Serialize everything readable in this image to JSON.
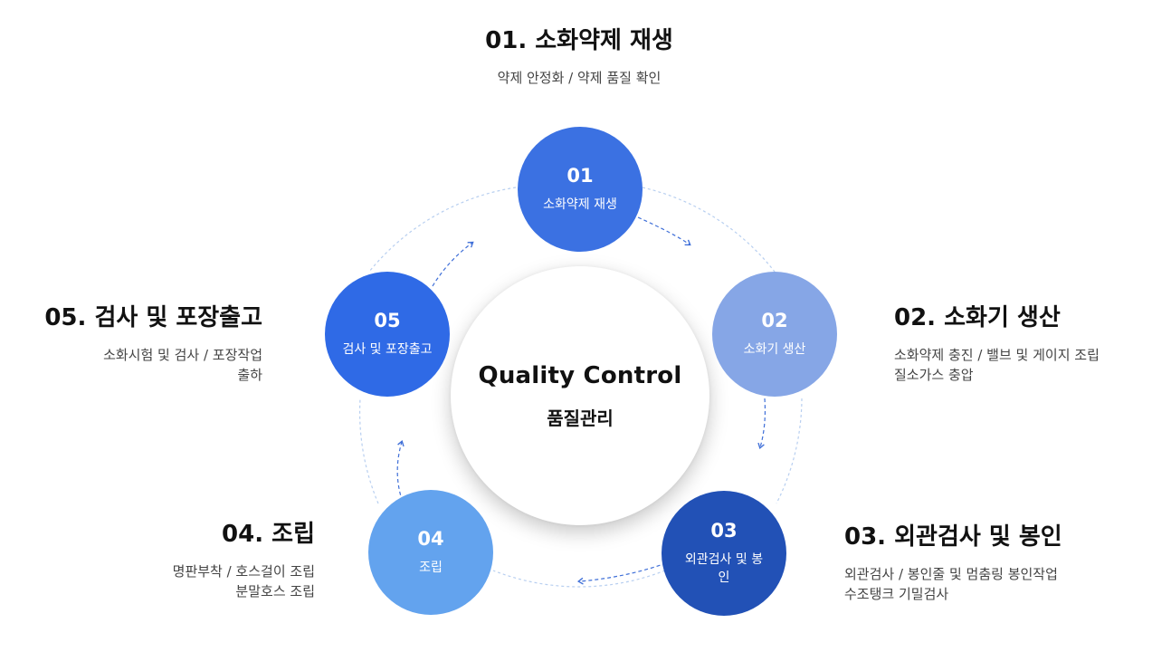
{
  "diagram": {
    "center": {
      "title": "Quality Control",
      "subtitle": "품질관리"
    },
    "steps": [
      {
        "num": "01",
        "node_label": "소화약제 재생",
        "heading": "01. 소화약제 재생",
        "desc_lines": [
          "약제 안정화 / 약제 품질 확인"
        ],
        "color": "#3b71e2"
      },
      {
        "num": "02",
        "node_label": "소화기 생산",
        "heading": "02. 소화기 생산",
        "desc_lines": [
          "소화약제 충진 / 밸브 및 게이지 조립",
          "질소가스 충압"
        ],
        "color": "#86a6e6"
      },
      {
        "num": "03",
        "node_label": "외관검사 및 봉인",
        "heading": "03. 외관검사 및 봉인",
        "desc_lines": [
          "외관검사 / 봉인줄 및 멈춤링 봉인작업",
          "수조탱크 기밀검사"
        ],
        "color": "#2251b6"
      },
      {
        "num": "04",
        "node_label": "조립",
        "heading": "04. 조립",
        "desc_lines": [
          "명판부착 / 호스걸이 조립",
          "분말호스 조립"
        ],
        "color": "#63a3ee"
      },
      {
        "num": "05",
        "node_label": "검사 및 포장출고",
        "heading": "05. 검사 및 포장출고",
        "desc_lines": [
          "소화시험 및 검사 / 포장작업",
          "출하"
        ],
        "color": "#2f6ae6"
      }
    ]
  }
}
